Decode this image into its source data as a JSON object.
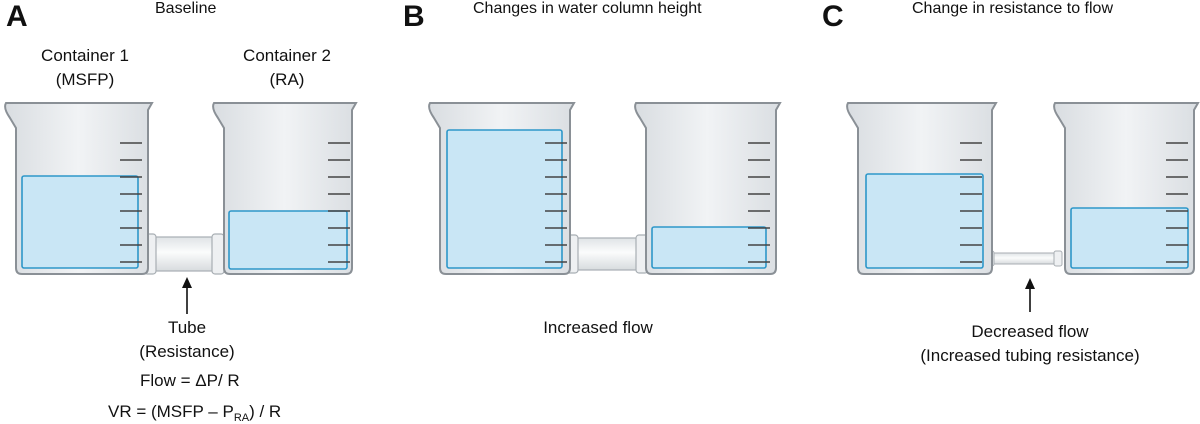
{
  "panels": [
    {
      "letter": "A",
      "title": "Baseline",
      "container1_label": [
        "Container 1",
        "(MSFP)"
      ],
      "container2_label": [
        "Container 2",
        "(RA)"
      ],
      "tube_label": [
        "Tube",
        "(Resistance)"
      ],
      "equations": {
        "flow": "Flow = ΔP/ R",
        "vr_prefix": "VR = (MSFP – P",
        "vr_sub": "RA",
        "vr_suffix": ") / R"
      }
    },
    {
      "letter": "B",
      "title": "Changes in water column height",
      "caption": [
        "Increased flow"
      ]
    },
    {
      "letter": "C",
      "title": "Change in resistance to flow",
      "caption": [
        "Decreased flow",
        "(Increased tubing resistance)"
      ]
    }
  ],
  "colors": {
    "water_fill": "#c9e6f5",
    "water_edge": "#2e97c9",
    "glass": "#e8ebee",
    "glass_edge": "#8a9096"
  }
}
